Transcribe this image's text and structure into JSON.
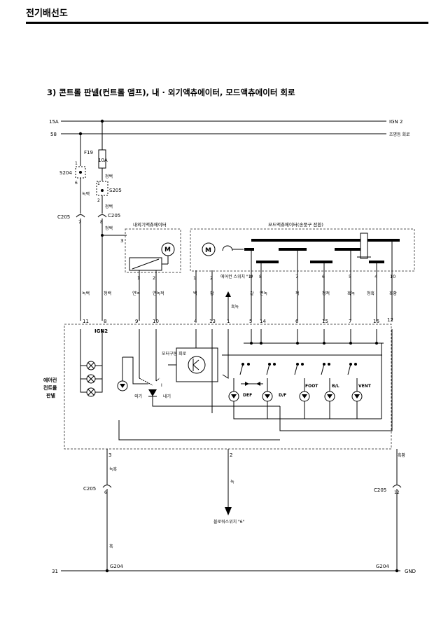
{
  "header": {
    "title": "전기배선도"
  },
  "section_title": "3) 콘트롤 판넬(컨트롤 앰프), 내 · 외기액츄에이터, 모드액츄에이터 회로",
  "rails": {
    "r15a": "15A",
    "ign2": "IGN 2",
    "r58": "58",
    "lamp": "조명등 회로",
    "r31": "31",
    "gnd": "GND"
  },
  "fuse": {
    "name": "F19",
    "rating": "10A"
  },
  "splices": {
    "s204": "S204",
    "s205": "S205"
  },
  "connectors": {
    "c205": "C205",
    "g204": "G204"
  },
  "components": {
    "recirc_actuator": "내외기액츄에이터",
    "mode_actuator": "모드액츄에이터(송풍구 전환)",
    "control_panel": "에어컨\n컨트롤\n판넬",
    "motor_drive": "모터구동\n회로",
    "ac_switch": "에어컨\n스위치\n\"1\"",
    "blower_switch": "블로워스위치\n\"6\"",
    "motor_symbol": "M",
    "ign2_inner": "IGN2",
    "outside": "외기",
    "inside": "내기",
    "def": "DEF",
    "df": "D/F",
    "foot": "FOOT",
    "bl": "B/L",
    "vent": "VENT"
  },
  "wire_colors": {
    "green_white": "녹백",
    "blue_white": "청백",
    "yellow_green": "연녹",
    "yellow_green_black": "연녹적",
    "white": "백",
    "yellow": "황",
    "black_green": "흑녹",
    "brown": "갈",
    "pink": "적",
    "blue_black": "청적",
    "black_green2": "흑녹",
    "blue_black2": "청흑",
    "black_yellow": "흑황",
    "green": "녹",
    "black": "흑",
    "green_black": "녹흑",
    "black_yellow2": "흑황"
  },
  "pins": [
    "1",
    "2",
    "3",
    "4",
    "5",
    "6",
    "7",
    "8",
    "9",
    "10",
    "11",
    "12",
    "13",
    "14",
    "15",
    "16"
  ],
  "splice_pins": {
    "s204_top": "1",
    "s204_bot": "6",
    "s205_top": "1",
    "s205_bot": "2",
    "c205_left": "7",
    "c205_mid": "8",
    "c205_bl": "6",
    "c205_br": "12",
    "sw_ind": "1",
    "sw_i": "I"
  },
  "colors": {
    "line": "#000000",
    "dashed": "#555555"
  }
}
